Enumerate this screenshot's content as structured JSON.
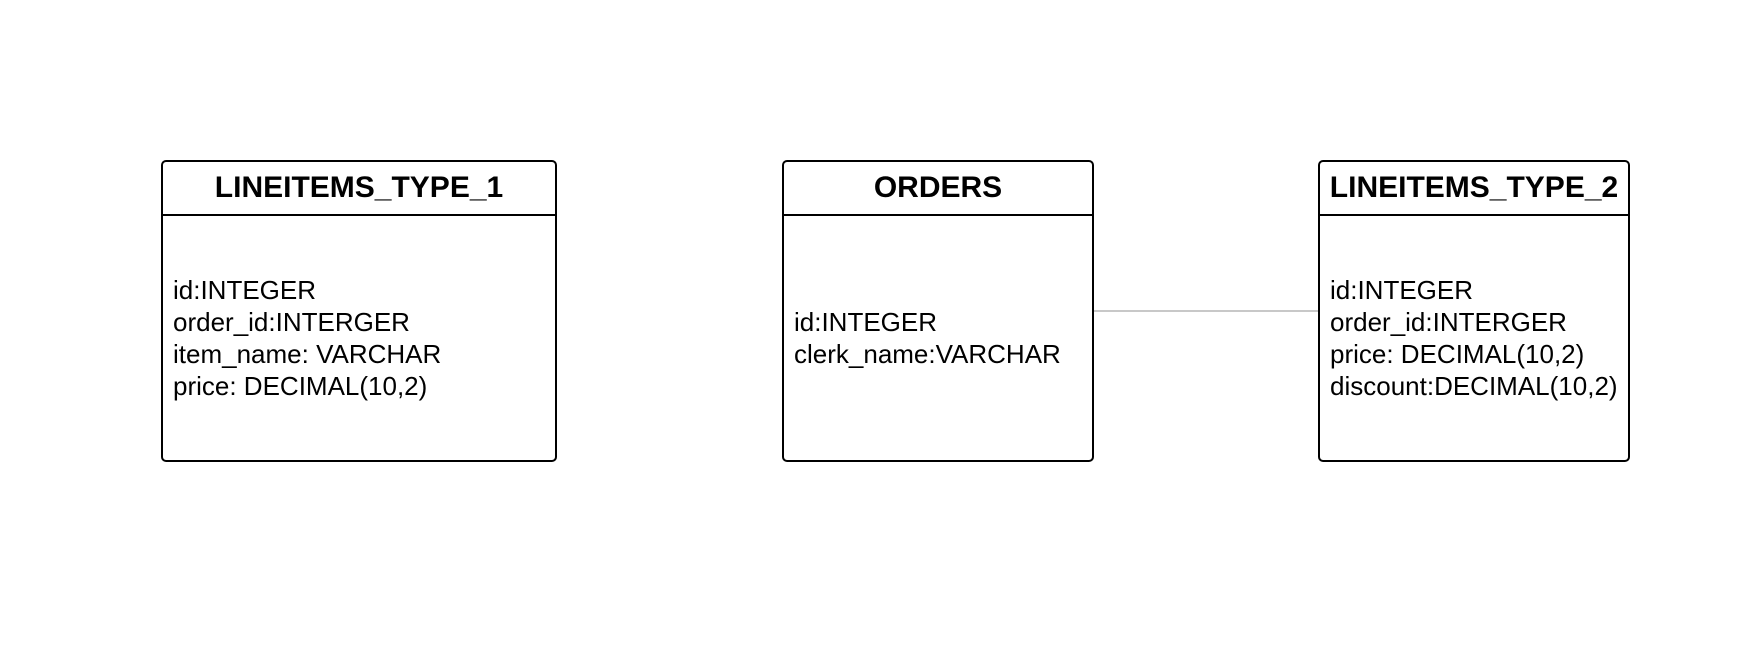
{
  "entities": [
    {
      "name": "LINEITEMS_TYPE_1",
      "fields": [
        "id:INTEGER",
        "order_id:INTERGER",
        "item_name: VARCHAR",
        "price: DECIMAL(10,2)"
      ]
    },
    {
      "name": "ORDERS",
      "fields": [
        "id:INTEGER",
        "clerk_name:VARCHAR"
      ]
    },
    {
      "name": "LINEITEMS_TYPE_2",
      "fields": [
        "id:INTEGER",
        "order_id:INTERGER",
        "price: DECIMAL(10,2)",
        "discount:DECIMAL(10,2)"
      ]
    }
  ],
  "relationships": [
    {
      "from": "ORDERS",
      "to": "LINEITEMS_TYPE_2",
      "color": "#c8c8c8"
    }
  ]
}
